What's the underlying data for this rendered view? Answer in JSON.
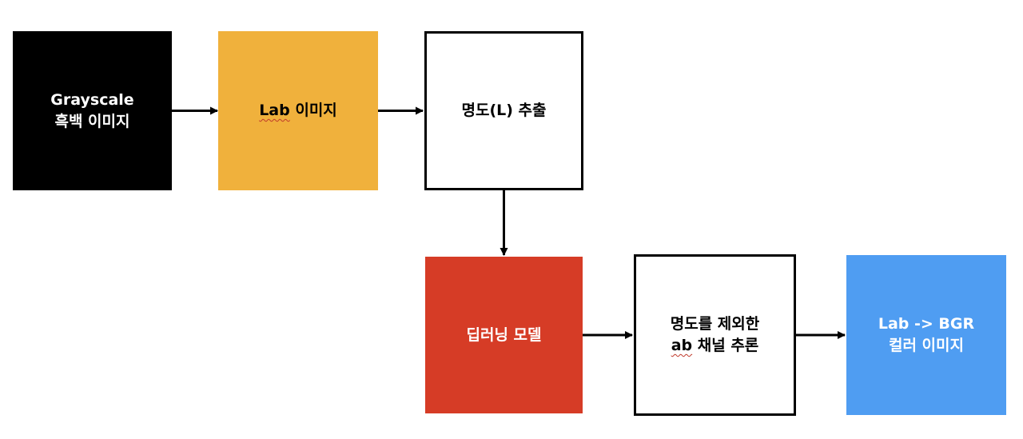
{
  "colors": {
    "grayscale_fill": "#000000",
    "grayscale_text": "#ffffff",
    "lab_fill": "#f0b13c",
    "lightness_fill": "#ffffff",
    "model_fill": "#d63c26",
    "model_text": "#ffffff",
    "ab_fill": "#ffffff",
    "bgr_fill": "#4f9df2",
    "bgr_text": "#ffffff",
    "text_dark": "#000000",
    "arrow": "#000000"
  },
  "nodes": [
    {
      "id": "grayscale",
      "lines": [
        "Grayscale",
        "흑백 이미지"
      ]
    },
    {
      "id": "lab",
      "lines": [
        "Lab 이미지"
      ],
      "squiggle_word": "Lab"
    },
    {
      "id": "lightness",
      "lines": [
        "명도(L) 추출"
      ]
    },
    {
      "id": "model",
      "lines": [
        "딥러닝 모델"
      ]
    },
    {
      "id": "ab",
      "lines": [
        "명도를 제외한",
        "ab 채널 추론"
      ],
      "squiggle_word": "ab"
    },
    {
      "id": "bgr",
      "lines": [
        "Lab -> BGR",
        "컬러 이미지"
      ]
    }
  ],
  "edges": [
    {
      "from": "grayscale",
      "to": "lab"
    },
    {
      "from": "lab",
      "to": "lightness"
    },
    {
      "from": "lightness",
      "to": "model"
    },
    {
      "from": "model",
      "to": "ab"
    },
    {
      "from": "ab",
      "to": "bgr"
    }
  ]
}
